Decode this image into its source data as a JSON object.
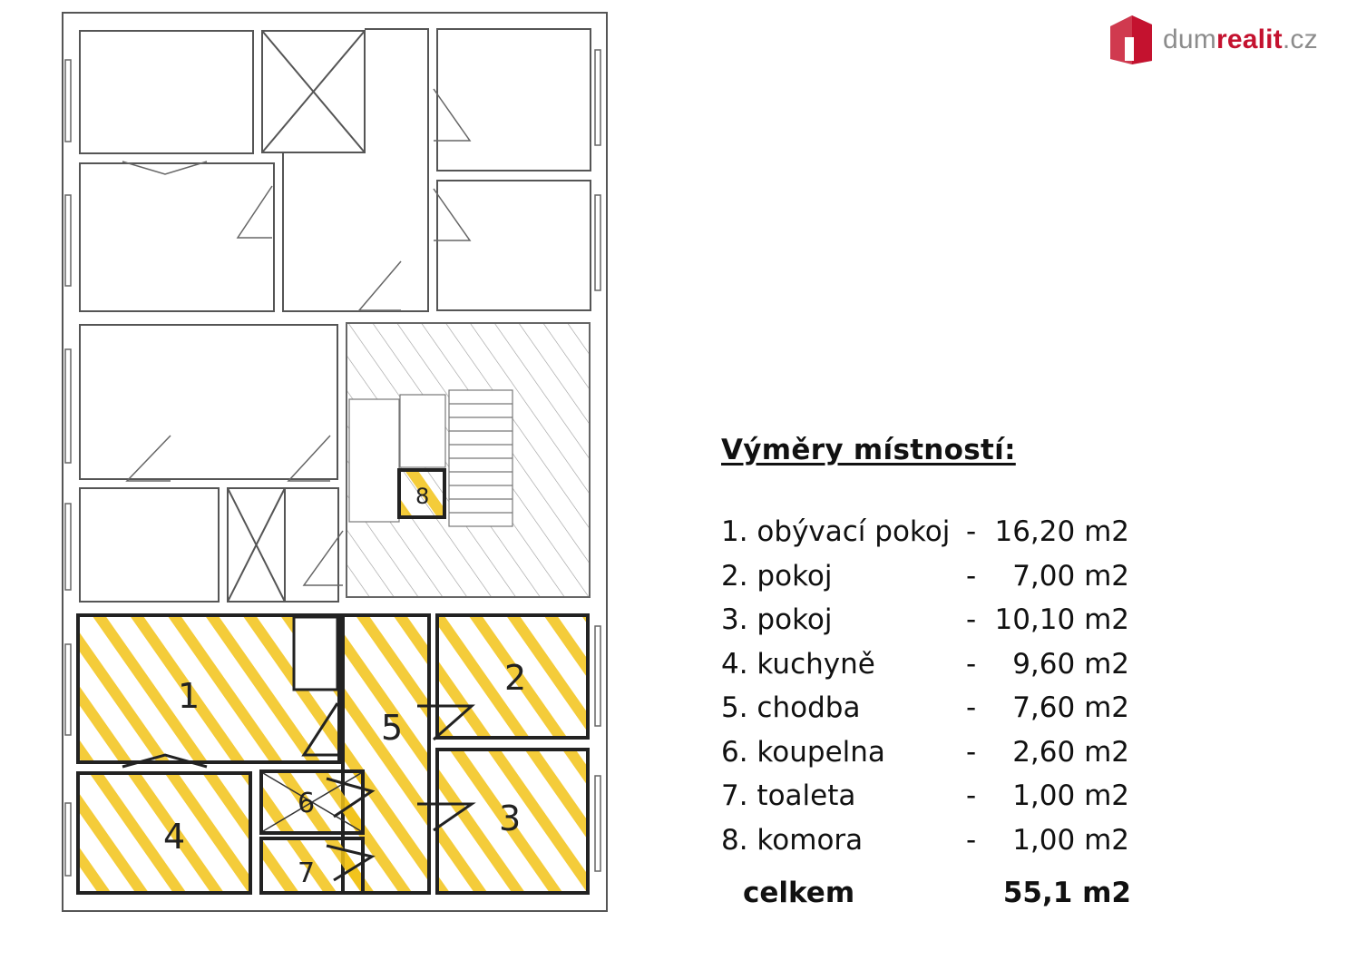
{
  "logo": {
    "part1": "dum",
    "part2": "realit",
    "part3": ".cz",
    "brand_color": "#c4122f",
    "gray": "#8c8c8c"
  },
  "legend": {
    "title": "Výměry místností:",
    "rooms": [
      {
        "name": "1. obývací pokoj",
        "dash": "-",
        "area": "16,20 m2"
      },
      {
        "name": "2. pokoj",
        "dash": "-",
        "area": "7,00 m2"
      },
      {
        "name": "3. pokoj",
        "dash": "-",
        "area": "10,10 m2"
      },
      {
        "name": "4. kuchyně",
        "dash": "-",
        "area": "9,60 m2"
      },
      {
        "name": "5. chodba",
        "dash": "-",
        "area": "7,60 m2"
      },
      {
        "name": "6. koupelna",
        "dash": "-",
        "area": "2,60 m2"
      },
      {
        "name": "7. toaleta",
        "dash": "-",
        "area": "1,00 m2"
      },
      {
        "name": "8. komora",
        "dash": "-",
        "area": "1,00 m2"
      }
    ],
    "total_label": "celkem",
    "total_value": "55,1 m2"
  },
  "plan": {
    "room_numbers": [
      "1",
      "2",
      "3",
      "4",
      "5",
      "6",
      "7",
      "8"
    ],
    "highlight_color": "#f2c318"
  }
}
